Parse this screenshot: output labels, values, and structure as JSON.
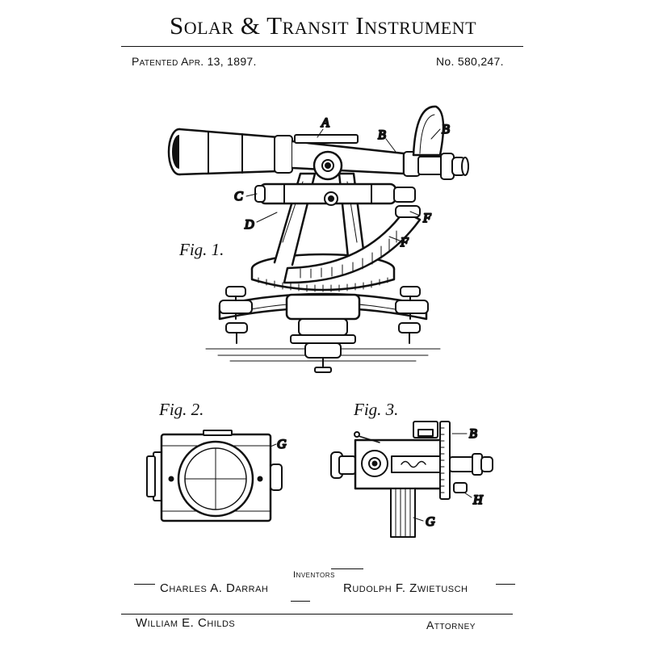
{
  "header": {
    "title": "Solar & Transit Instrument",
    "patented": "Patented Apr. 13, 1897.",
    "patent_no": "No. 580,247."
  },
  "figures": {
    "fig1": "Fig. 1.",
    "fig2": "Fig. 2.",
    "fig3": "Fig. 3."
  },
  "reference_letters": {
    "A": "A",
    "B": "B",
    "C": "C",
    "D": "D",
    "F": "F",
    "G": "G",
    "H": "H"
  },
  "signatures": {
    "inventors_label": "Inventors",
    "inventor_1": "Charles A. Darrah",
    "inventor_2": "Rudolph F. Zwietusch",
    "witness": "William E. Childs",
    "attorney_label": "Attorney"
  }
}
